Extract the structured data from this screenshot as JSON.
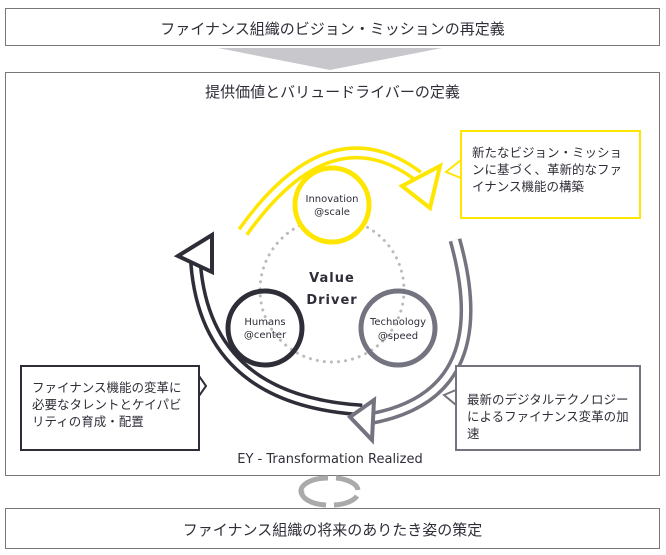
{
  "top_box": {
    "label": "ファイナンス組織のビジョン・ミッションの再定義"
  },
  "main_box": {
    "title": "提供価値とバリュードライバーの定義"
  },
  "center": {
    "line1": "Value",
    "line2": "Driver"
  },
  "circles": [
    {
      "line1": "Innovation",
      "line2": "@scale",
      "color": "#ffe600"
    },
    {
      "line1": "Humans",
      "line2": "@center",
      "color": "#2e2e38"
    },
    {
      "line1": "Technology",
      "line2": "@speed",
      "color": "#747480"
    }
  ],
  "callouts": [
    {
      "text": "新たなビジョン・ミッションに基づく、革新的なファイナンス機能の構築",
      "color": "#ffe600"
    },
    {
      "text": "ファイナンス機能の変革に必要なタレントとケイパビリティの育成・配置",
      "color": "#2e2e38"
    },
    {
      "text": "最新のデジタルテクノロジーによるファイナンス変革の加速",
      "color": "#747480"
    }
  ],
  "tagline": "EY - Transformation Realized",
  "bottom_box": {
    "label": "ファイナンス組織の将来のありたき姿の策定"
  }
}
